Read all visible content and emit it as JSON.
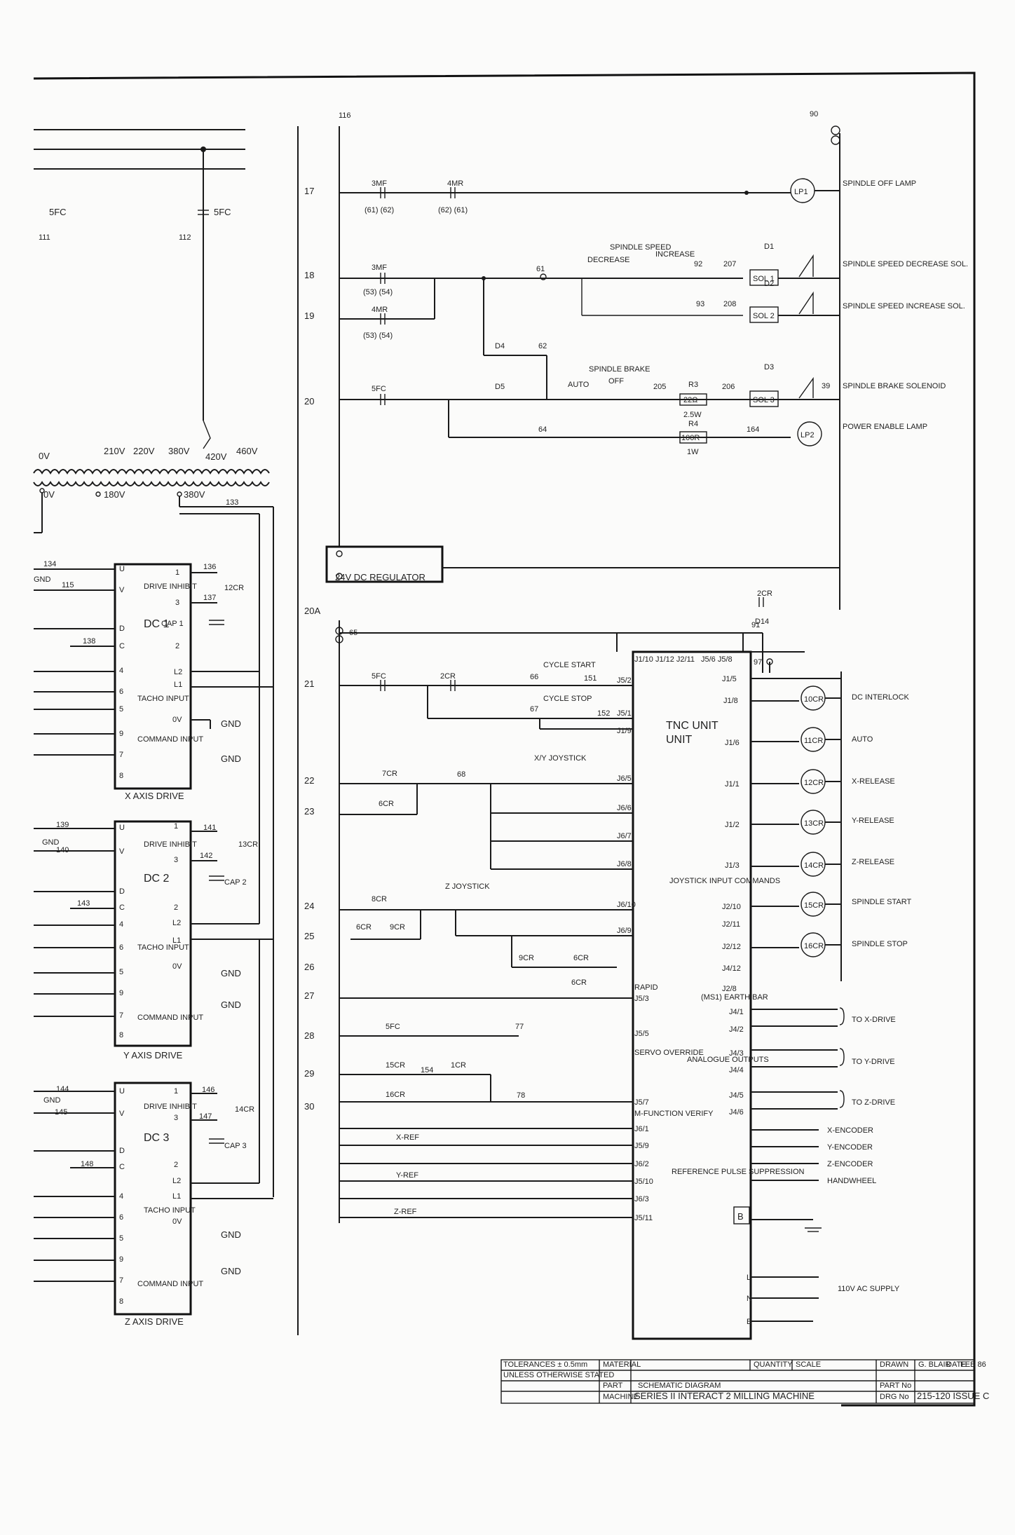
{
  "drive_labels": [
    "DRIVE INHIBIT",
    "DC 1",
    "DC 2",
    "DC 3",
    "TACHO INPUT",
    "COMMAND INPUT",
    "X AXIS DRIVE",
    "Y AXIS DRIVE",
    "Z AXIS DRIVE",
    "CAP 1",
    "CAP 2",
    "CAP 3",
    "GND"
  ],
  "rung_numbers": [
    "17",
    "18",
    "19",
    "20",
    "20A",
    "21",
    "22",
    "23",
    "24",
    "25",
    "26",
    "27",
    "28",
    "29",
    "30"
  ],
  "transformer": {
    "taps_top": [
      "0V",
      "210V",
      "220V",
      "380V",
      "420V",
      "460V"
    ],
    "taps_bottom": [
      "0V",
      "180V",
      "380V"
    ]
  },
  "top_rungs": {
    "contacts": [
      "3MF",
      "4MR",
      "3MF",
      "4MR",
      "5FC"
    ],
    "spindle_speed": [
      "SPINDLE SPEED",
      "DECREASE",
      "INCREASE"
    ],
    "spindle_brake": [
      "SPINDLE BRAKE",
      "AUTO",
      "OFF"
    ],
    "devices": [
      "LP1",
      "LP2",
      "SOL 1",
      "SOL 2",
      "SOL 3",
      "D1",
      "D2",
      "D3",
      "D4",
      "D5"
    ],
    "resistors": [
      {
        "ref": "R3",
        "value": "22Ω",
        "rating": "2.5W"
      },
      {
        "ref": "R4",
        "value": "100R",
        "rating": "1W"
      }
    ]
  },
  "right_labels": [
    "SPINDLE OFF LAMP",
    "SPINDLE SPEED DECREASE SOL.",
    "SPINDLE SPEED INCREASE SOL.",
    "SPINDLE BRAKE SOLENOID",
    "POWER ENABLE LAMP"
  ],
  "regulator": "24V DC REGULATOR",
  "tnc": {
    "title": "TNC UNIT",
    "badge": "B",
    "left_pins": [
      "J5/2",
      "J5/1",
      "J1/9",
      "J6/5",
      "J6/6",
      "J6/7",
      "J6/8",
      "J6/10",
      "J6/9",
      "J5/3",
      "J5/5",
      "J5/7",
      "J6/1",
      "J5/9",
      "J6/2",
      "J5/10",
      "J6/3",
      "J5/11"
    ],
    "right_pins": [
      "J1/5",
      "J1/8",
      "J1/6",
      "J1/1",
      "J1/2",
      "J1/3",
      "J2/10",
      "J2/11",
      "J2/12",
      "J4/12",
      "J2/8",
      "J4/1",
      "J4/2",
      "J4/3",
      "J4/4",
      "J4/5",
      "J4/6",
      "L",
      "N",
      "E"
    ]
  },
  "lower_labels": [
    "CYCLE START",
    "CYCLE STOP",
    "X/Y JOYSTICK",
    "Z JOYSTICK",
    "JOYSTICK INPUT COMMANDS",
    "RAPID",
    "SERVO OVERRIDE",
    "M-FUNCTION VERIFY",
    "REFERENCE PULSE SUPPRESSION",
    "ANALOGUE OUTPUTS",
    "(MS1) EARTH BAR",
    "X-REF",
    "Y-REF",
    "Z-REF"
  ],
  "relays": [
    {
      "coil": "10CR",
      "label": "DC INTERLOCK"
    },
    {
      "coil": "11CR",
      "label": "AUTO"
    },
    {
      "coil": "12CR",
      "label": "X-RELEASE"
    },
    {
      "coil": "13CR",
      "label": "Y-RELEASE"
    },
    {
      "coil": "14CR",
      "label": "Z-RELEASE"
    },
    {
      "coil": "15CR",
      "label": "SPINDLE START"
    },
    {
      "coil": "16CR",
      "label": "SPINDLE STOP"
    }
  ],
  "outputs": [
    "TO X-DRIVE",
    "TO Y-DRIVE",
    "TO Z-DRIVE",
    "X-ENCODER",
    "Y-ENCODER",
    "Z-ENCODER",
    "HANDWHEEL",
    "110V AC SUPPLY"
  ],
  "title_block": {
    "tolerances": "TOLERANCES ± 0.5mm",
    "unless": "UNLESS OTHERWISE STATED",
    "material": "MATERIAL",
    "quantity": "QUANTITY",
    "scale": "SCALE",
    "drawn": "DRAWN",
    "drawn_by": "G. BLAIR",
    "date": "DATE",
    "date_val": "FEB 86",
    "part": "PART",
    "part_val": "SCHEMATIC DIAGRAM",
    "part_no": "PART No",
    "machine": "MACHINE",
    "machine_val": "SERIES II INTERACT 2 MILLING MACHINE",
    "drg_no": "DRG No",
    "drg_val": "215-120 ISSUE C"
  },
  "colors": {
    "paper": "#fbfbfa",
    "ink": "#1a1a1a"
  }
}
